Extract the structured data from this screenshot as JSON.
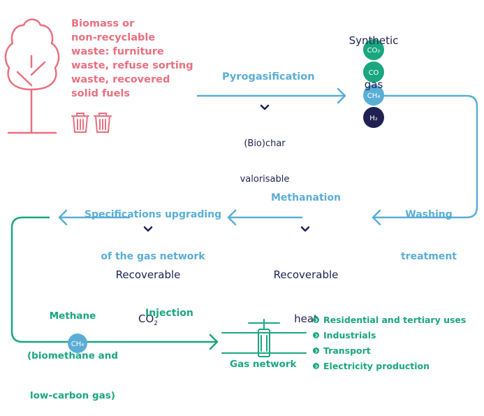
{
  "biomass": {
    "line1": "Biomass or",
    "line2": "non-recyclable",
    "line3": "waste: furniture",
    "line4": "waste, refuse sorting",
    "line5": "waste, recovered",
    "line6": "solid fuels"
  },
  "synthetic_gas": {
    "line1": "Synthetic",
    "line2": "gas",
    "molecules": [
      {
        "label": "CO2",
        "color": "#1aa67f"
      },
      {
        "label": "CO",
        "color": "#1aa67f"
      },
      {
        "label": "CH4",
        "color": "#5aaed6"
      },
      {
        "label": "H2",
        "color": "#1f2152"
      }
    ]
  },
  "steps": {
    "pyrogasification": "Pyrogasification",
    "washing_line1": "Washing",
    "washing_line2": "treatment",
    "methanation": "Methanation",
    "specs_line1": "Specifications upgrading",
    "specs_line2": "of the gas network",
    "injection": "Injection"
  },
  "outputs": {
    "biochar_line1": "(Bio)char",
    "biochar_line2": "valorisable",
    "heat_line1": "Recoverable",
    "heat_line2": "heat",
    "co2_line1": "Recoverable",
    "co2_line2": "CO",
    "co2_sub": "2"
  },
  "methane": {
    "line1": "Methane",
    "line2": "(biomethane and",
    "line3": "low-carbon gas)",
    "badge": "CH4"
  },
  "gas_network": {
    "label": "Gas network",
    "uses": [
      "Residential and tertiary uses",
      "Industrials",
      "Transport",
      "Electricity production"
    ]
  },
  "colors": {
    "pink": "#e8707f",
    "blue": "#5aaed6",
    "navy": "#1f2152",
    "green": "#1aa67f"
  }
}
